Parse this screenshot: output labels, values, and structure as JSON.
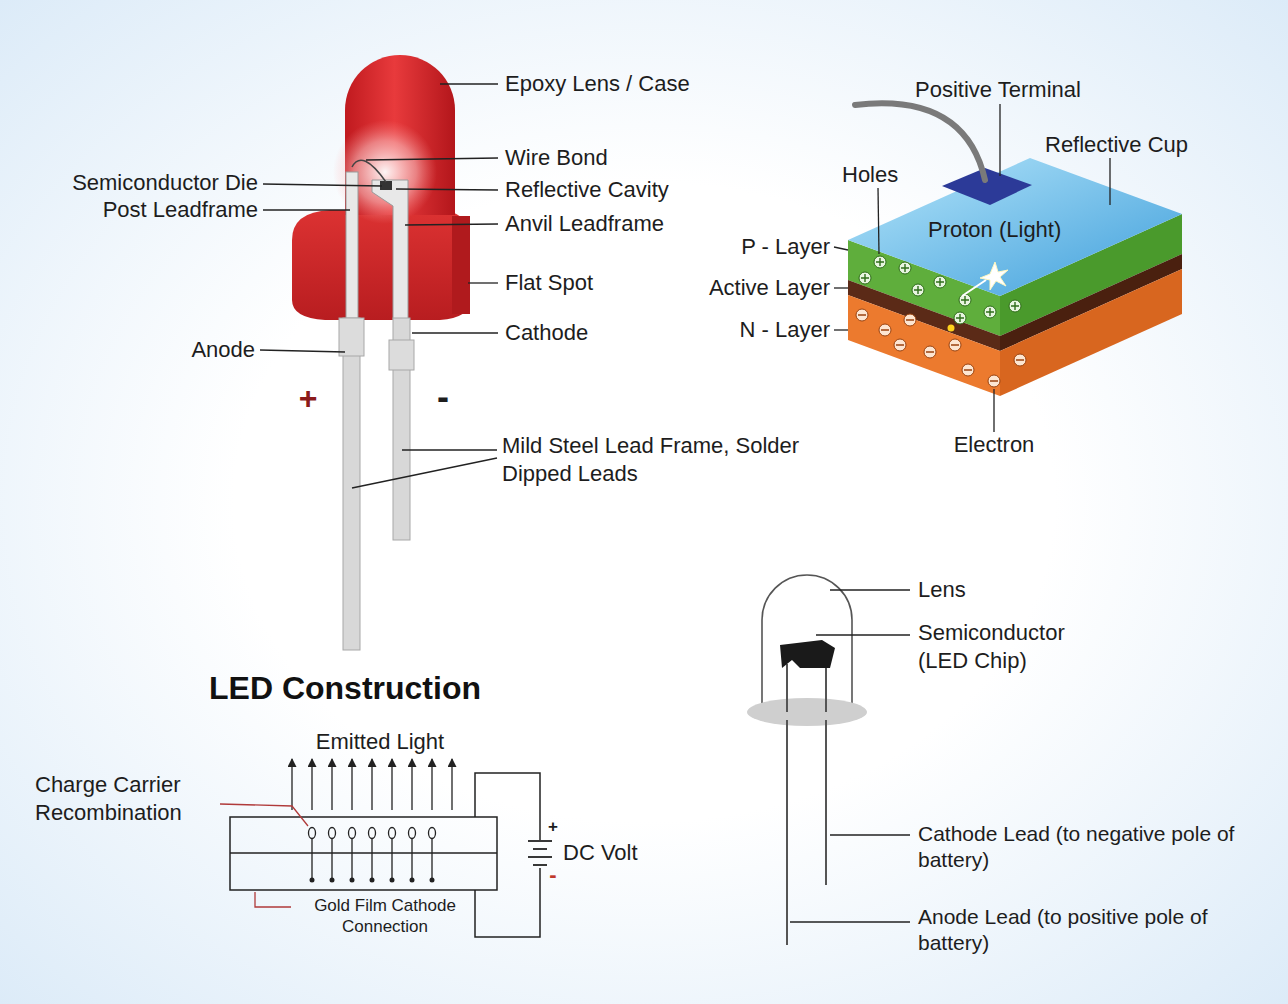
{
  "diagram": {
    "title": "LED Construction",
    "labels": [
      "Epoxy Lens / Case",
      "Positive Terminal",
      "Reflective Cup",
      "Wire Bond",
      "Holes",
      "Semiconductor Die",
      "Reflective Cavity",
      "Post Leadframe",
      "Anvil Leadframe",
      "Proton (Light)",
      "P - Layer",
      "Active Layer",
      "Flat Spot",
      "N - Layer",
      "Cathode",
      "Anode",
      "+",
      "-",
      "Electron",
      "Mild Steel Lead Frame, Solder Dipped Leads",
      "Lens",
      "Semiconductor (LED Chip)",
      "Emitted Light",
      "Charge Carrier Recombination",
      "+",
      "DC Volt",
      "-",
      "Cathode Lead (to negative pole of battery)",
      "Gold Film Cathode Connection",
      "Anode Lead (to positive pole of battery)"
    ]
  }
}
